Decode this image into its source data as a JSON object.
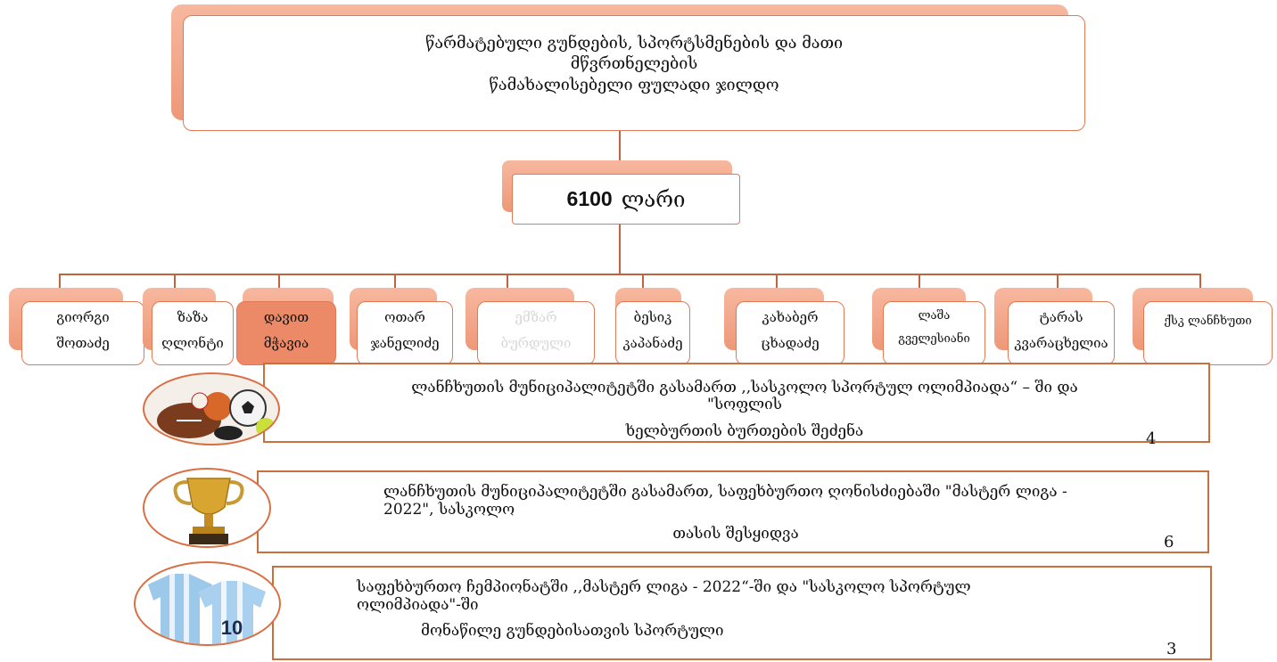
{
  "header": {
    "line1": "წარმატებული გუნდების, სპორტსმენების და მათი",
    "line2": "მწვრთნელების",
    "line3": "წამახალისებელი ფულადი ჯილდო"
  },
  "amount": {
    "value": "6100",
    "unit": "ლარი"
  },
  "people": [
    {
      "line1": "გიორგი",
      "line2": "შოთაძე"
    },
    {
      "line1": "ზაზა",
      "line2": "ღლონტი"
    },
    {
      "line1": "დავით",
      "line2": "მჭავია"
    },
    {
      "line1": "ოთარ",
      "line2": "ჯანელიძე"
    },
    {
      "line1": "ემზარ",
      "line2": "ბურდული"
    },
    {
      "line1": "ბესიკ",
      "line2": "კაპანაძე"
    },
    {
      "line1": "კახაბერ",
      "line2": "ცხადაძე"
    },
    {
      "line1": "ლაშა",
      "line2": "გველესიანი"
    },
    {
      "line1": "ტარას",
      "line2": "კვარაცხელია"
    },
    {
      "line1": "ქსკ ლანჩხუთი",
      "line2": ""
    }
  ],
  "items": [
    {
      "line1": "ლანჩხუთის მუნიციპალიტეტში გასამართ ,,სასკოლო სპორტულ ოლიმპიადა“ – ში და",
      "line2": "\"სოფლის",
      "line3": "ხელბურთის   ბურთების   შეძენა",
      "number": "4",
      "image": "sports-balls"
    },
    {
      "line1": "ლანჩხუთის მუნიციპალიტეტში გასამართ, საფეხბურთო ღონისძიებაში \"მასტერ ლიგა -",
      "line2": "2022\", სასკოლო",
      "line3": "თასის    შესყიდვა",
      "number": "6",
      "image": "trophy-cup"
    },
    {
      "line1": "საფეხბურთო ჩემპიონატში ,,მასტერ ლიგა - 2022“-ში და \"სასკოლო სპორტულ",
      "line2": "ოლიმპიადა\"-ში",
      "line3": "მონაწილე გუნდებისათვის სპორტული",
      "number": "3",
      "image": "football-jerseys",
      "jersey_number": "10"
    }
  ],
  "colors": {
    "accent": "#ee9878",
    "border": "#c9703f"
  }
}
